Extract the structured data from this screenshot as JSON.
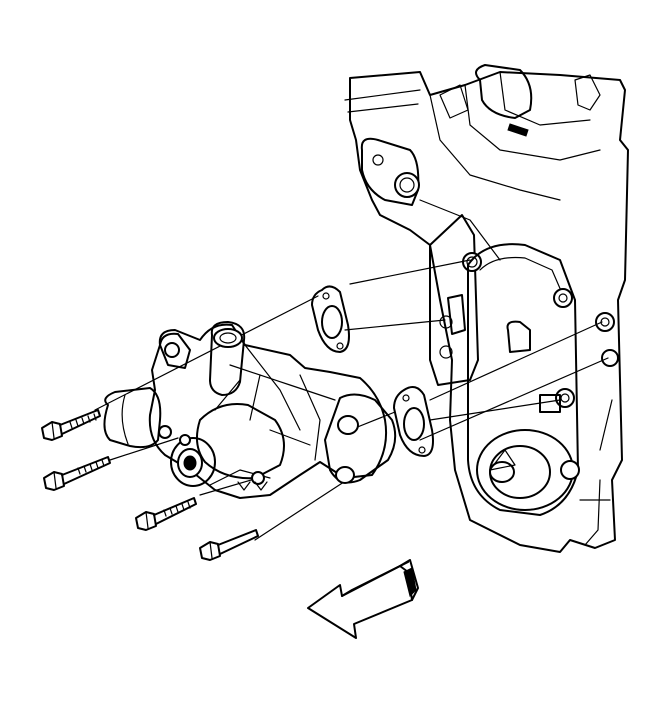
{
  "diagram": {
    "type": "exploded-technical-line-drawing",
    "parts": {
      "engine": "engine-front-cover",
      "pump": "water-pump",
      "gaskets": [
        "water-pump-gasket-upper",
        "water-pump-gasket-lower"
      ],
      "bolts": [
        "water-pump-bolt-1",
        "water-pump-bolt-2",
        "water-pump-bolt-3",
        "water-pump-bolt-4"
      ],
      "arrow": "front-of-vehicle-arrow"
    },
    "colors": {
      "line": "#000000",
      "background": "#ffffff"
    }
  }
}
